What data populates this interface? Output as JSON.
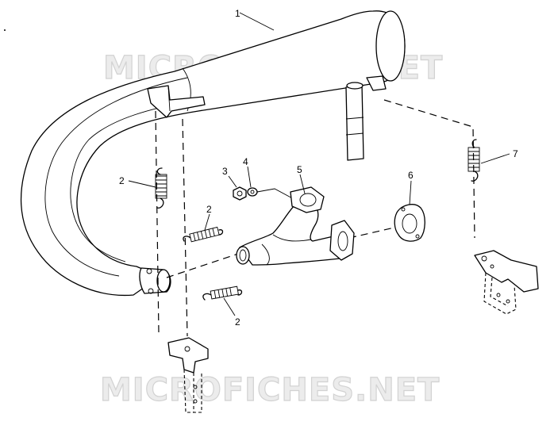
{
  "watermark": {
    "top": "MICROFICHES.NET",
    "bottom": "MICROFICHES.NET"
  },
  "callouts": {
    "muffler": "1",
    "spring_left_upper": "2",
    "spring_mid": "2",
    "spring_lower": "2",
    "nut": "3",
    "washer": "4",
    "manifold": "5",
    "gasket": "6",
    "spring_right": "7"
  },
  "icons": {
    "muffler": "muffler-icon",
    "springs": "coil-spring-icon",
    "nut": "hex-nut-icon",
    "washer": "washer-icon",
    "manifold": "y-pipe-manifold-icon",
    "gasket": "flange-gasket-icon",
    "brackets": "mount-bracket-icon"
  },
  "colors": {
    "line": "#000000",
    "background": "#ffffff",
    "watermark": "#d2d2d2"
  }
}
